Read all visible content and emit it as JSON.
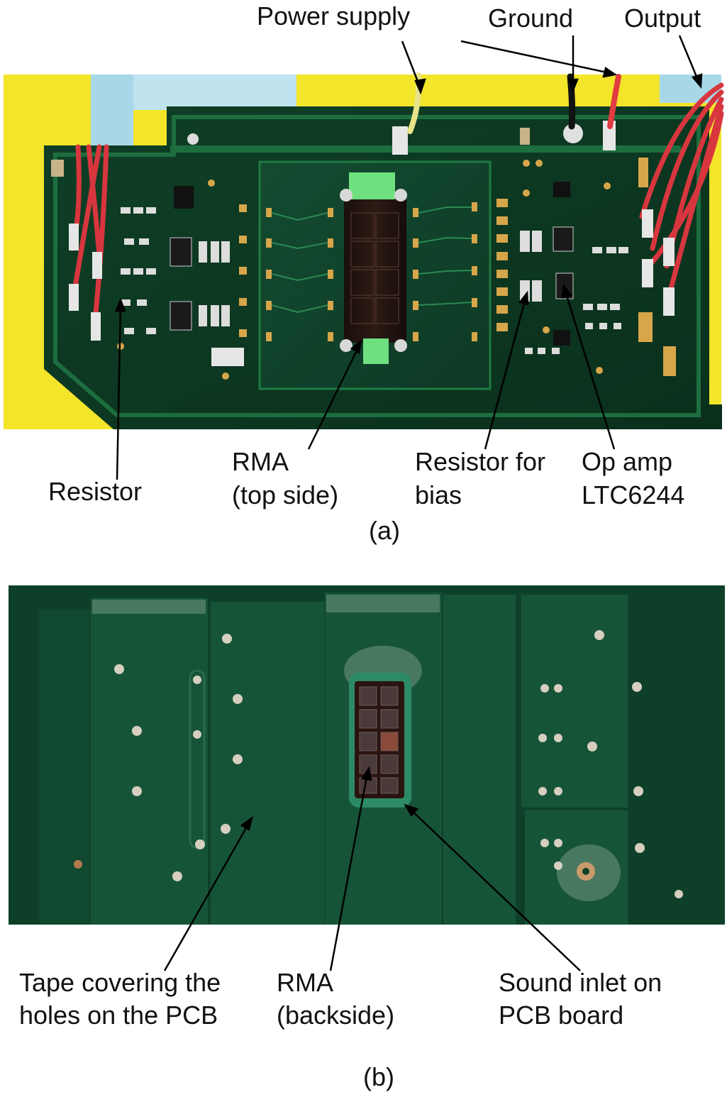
{
  "panel_a": {
    "caption": "(a)",
    "labels": {
      "power_supply": "Power supply",
      "ground": "Ground",
      "output": "Output",
      "resistor": "Resistor",
      "rma_top_1": "RMA",
      "rma_top_2": "(top side)",
      "resistor_bias_1": "Resistor for",
      "resistor_bias_2": "bias",
      "op_amp_1": "Op amp",
      "op_amp_2": "LTC6244"
    }
  },
  "panel_b": {
    "caption": "(b)",
    "labels": {
      "tape_1": "Tape covering the",
      "tape_2": "holes on the PCB",
      "rma_back_1": "RMA",
      "rma_back_2": "(backside)",
      "sound_inlet_1": "Sound inlet on",
      "sound_inlet_2": "PCB board"
    }
  }
}
